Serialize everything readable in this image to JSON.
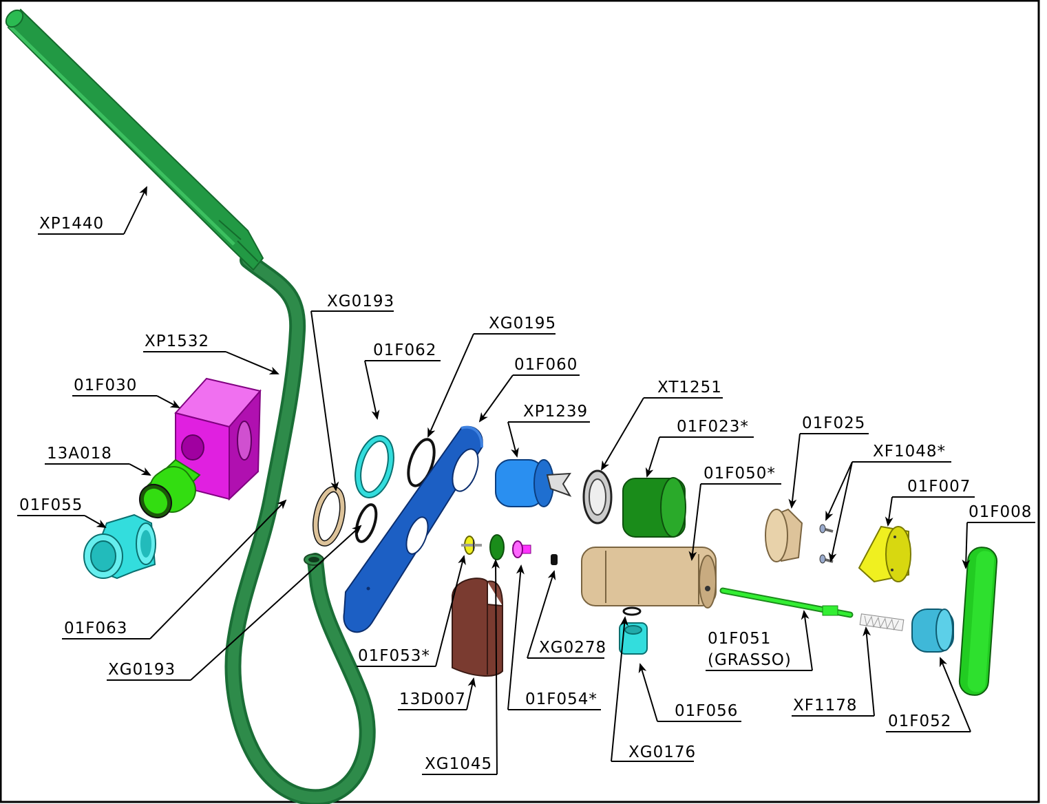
{
  "labels": {
    "XP1440": "XP1440",
    "XG0193_top": "XG0193",
    "XP1532": "XP1532",
    "F01F030": "01F030",
    "A13A018": "13A018",
    "F01F055": "01F055",
    "F01F063": "01F063",
    "XG0193_bottom": "XG0193",
    "F01F062": "01F062",
    "XG0195": "XG0195",
    "F01F060": "01F060",
    "XP1239": "XP1239",
    "XT1251": "XT1251",
    "F01F023": "01F023*",
    "F01F025": "01F025",
    "XF1048": "XF1048*",
    "F01F050": "01F050*",
    "F01F007": "01F007",
    "F01F008": "01F008",
    "F01F053": "01F053*",
    "D13D007": "13D007",
    "XG1045": "XG1045",
    "XG0278": "XG0278",
    "F01F054": "01F054*",
    "F01F056": "01F056",
    "XG0176": "XG0176",
    "F01F051": "01F051",
    "grasso": "(GRASSO)",
    "XF1178": "XF1178",
    "F01F052": "01F052"
  },
  "colors": {
    "hose_green": "#2e8b4a",
    "magenta": "#e020e0",
    "light_green": "#33dd11",
    "cyan": "#33dddd",
    "tan": "#ddc39a",
    "blue_plate": "#1c5fc4",
    "blue_cap": "#2a8ff0",
    "dark_green": "#1a8c1a",
    "yellow": "#f0f020",
    "brown": "#7a3b30",
    "pink": "#ff33ff",
    "light_blue": "#3fb8d8",
    "bright_green": "#22cc22"
  }
}
